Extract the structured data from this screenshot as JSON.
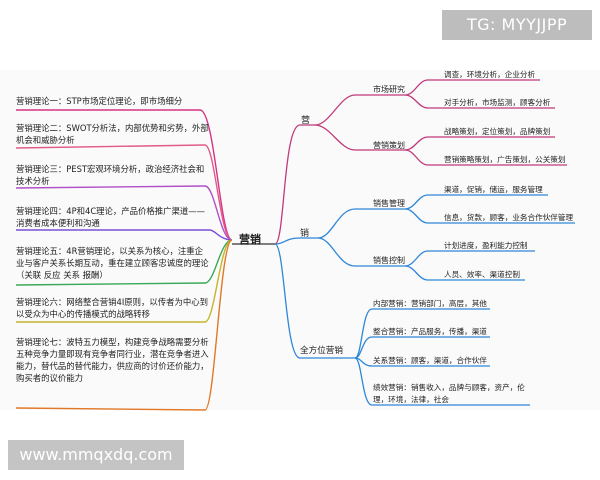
{
  "watermark_top": "TG: MYYJJPP",
  "watermark_bottom": "www.mmqxdq.com",
  "center": "营销",
  "theories": [
    "营销理论一：STP市场定位理论，即市场细分",
    "营销理论二：SWOT分析法，内部优势和劣势，外部机会和威胁分析",
    "营销理论三：PEST宏观环境分析，政治经济社会和技术分析",
    "营销理论四：4P和4C理论，产品价格推广渠道——消费者成本便利和沟通",
    "营销理论五：4R营销理论，以关系为核心，注重企业与客户关系长期互动，重在建立顾客忠诚度的理论（关联 反应 关系 报酬）",
    "营销理论六：网络整合营销4I原则，以传者为中心到以受众为中心的传播模式的战略转移",
    "营销理论七：波特五力模型，构建竞争战略需要分析五种竞争力量即现有竞争者同行业，潜在竞争者进入能力，替代品的替代能力，供应商的讨价还价能力，购买者的议价能力"
  ],
  "branches": {
    "ying": {
      "label": "营",
      "subs": [
        {
          "label": "市场研究",
          "leaves": [
            "调查，环境分析，企业分析",
            "对手分析，市场监测，顾客分析"
          ]
        },
        {
          "label": "营销策划",
          "leaves": [
            "战略策划，定位策划，品牌策划",
            "营销策略策划，广告策划，公关策划"
          ]
        }
      ]
    },
    "xiao": {
      "label": "销",
      "subs": [
        {
          "label": "销售管理",
          "leaves": [
            "渠道，促销，储运，服务管理",
            "信息，货款，顾客，业务合作伙伴管理"
          ]
        },
        {
          "label": "销售控制",
          "leaves": [
            "计划进度，盈利能力控制",
            "人员、效率、渠道控制"
          ]
        }
      ]
    },
    "quan": {
      "label": "全方位营销",
      "leaves": [
        "内部营销：营销部门，高层，其他",
        "整合营销：产品服务，传播，渠道",
        "关系营销：顾客，渠道，合作伙伴",
        "绩效营销：销售收入，品牌与顾客，资产，伦理，环境，法律，社会"
      ]
    }
  },
  "colors": {
    "theory_lines": [
      "#d63384",
      "#e05a8a",
      "#b04fc8",
      "#7b4fd8",
      "#3aa858",
      "#c8b42a",
      "#e07828"
    ],
    "ying": "#c0397a",
    "xiao": "#2f86d8",
    "quan": "#2f86d8"
  }
}
